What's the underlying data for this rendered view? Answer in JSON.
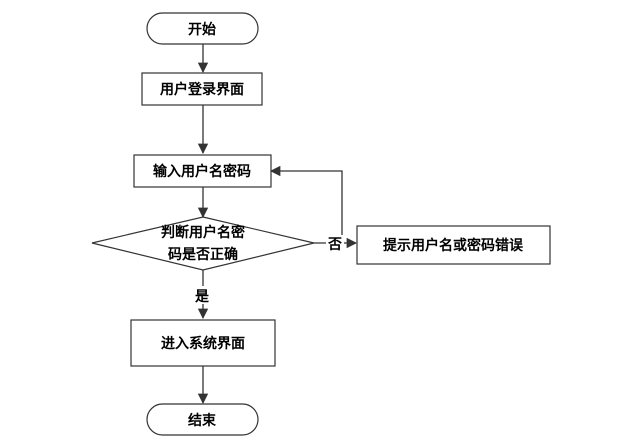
{
  "flowchart": {
    "start": "开始",
    "login_page": "用户登录界面",
    "input_credentials": "输入用户名密码",
    "decision_line1": "判断用户名密",
    "decision_line2": "码是否正确",
    "error_prompt": "提示用户名或密码错误",
    "enter_system": "进入系统界面",
    "end": "结束",
    "yes_label": "是",
    "no_label": "否"
  },
  "colors": {
    "stroke": "#333333",
    "fill": "#ffffff",
    "text": "#000000"
  }
}
